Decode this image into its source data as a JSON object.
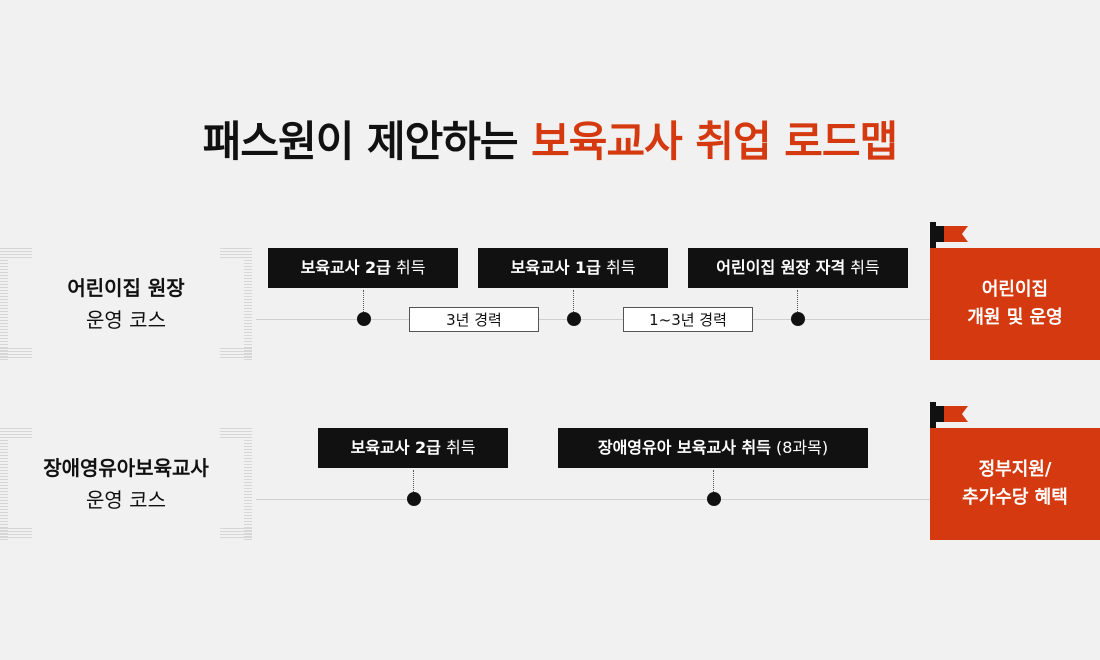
{
  "title": {
    "prefix": "패스원이 제안하는 ",
    "highlight": "보육교사 취업 로드맵"
  },
  "colors": {
    "accent": "#d4390f",
    "dark": "#111111",
    "background": "#f1f1f1"
  },
  "rows": [
    {
      "label_main": "어린이집 원장",
      "label_sub": "운영 코스",
      "steps": [
        {
          "bold": "보육교사 2급",
          "normal": " 취득"
        },
        {
          "bold": "보육교사 1급",
          "normal": " 취득"
        },
        {
          "bold": "어린이집 원장 자격",
          "normal": " 취득"
        }
      ],
      "gaps": [
        "3년 경력",
        "1~3년 경력"
      ],
      "goal_line1": "어린이집",
      "goal_line2": "개원 및 운영",
      "flag_icon": "flag-icon"
    },
    {
      "label_main": "장애영유아보육교사",
      "label_sub": "운영 코스",
      "steps": [
        {
          "bold": "보육교사 2급",
          "normal": " 취득"
        },
        {
          "bold": "장애영유아 보육교사 취득",
          "normal": " (8과목)"
        }
      ],
      "goal_line1": "정부지원/",
      "goal_line2": "추가수당 혜택",
      "flag_icon": "flag-icon"
    }
  ]
}
